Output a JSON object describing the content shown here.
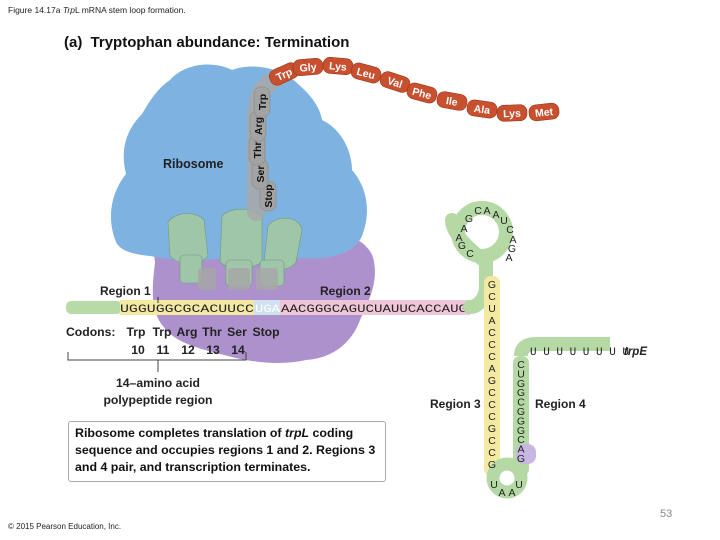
{
  "caption": {
    "prefix": "Figure 14.17a ",
    "italic": "Trp",
    "suffix": "L mRNA stem loop formation."
  },
  "panel": {
    "letter": "(a)",
    "title": "Tryptophan abundance: Termination"
  },
  "ribosome_label": "Ribosome",
  "peptide_chain": [
    "Stop",
    "Ser",
    "Thr",
    "Arg",
    "Trp",
    "Trp",
    "Gly",
    "Lys",
    "Leu",
    "Val",
    "Phe",
    "Ile",
    "Ala",
    "Lys",
    "Met"
  ],
  "regions": {
    "region1": "Region 1",
    "region2": "Region 2",
    "region3": "Region 3",
    "region4": "Region 4"
  },
  "mrna": {
    "region1_seq": "UGGUGGCGCACUUCC",
    "stop_codon": "UGA",
    "region2_seq": "AACGGGCAGUCUAUUCACCAUG",
    "tail_seq": "U U U U U U U U",
    "gene": "trpE",
    "loop_top": [
      "G",
      "C",
      "A",
      "A",
      "U"
    ],
    "loop_left_desc": [
      "A",
      "A",
      "G",
      "C"
    ],
    "loop_right_desc": [
      "C",
      "A",
      "G",
      "A"
    ],
    "stem3_left": [
      "G",
      "C",
      "U",
      "A",
      "C",
      "C",
      "C",
      "A",
      "G",
      "C",
      "C",
      "C",
      "G",
      "C",
      "C",
      "G"
    ],
    "stem4_right": [
      "C",
      "U",
      "G",
      "G",
      "C",
      "G",
      "G",
      "G",
      "C",
      "A",
      "G"
    ],
    "loop_bottom": [
      "U",
      "A",
      "A",
      "U"
    ]
  },
  "codons": {
    "label": "Codons:",
    "names": [
      "Trp",
      "Trp",
      "Arg",
      "Thr",
      "Ser",
      "Stop"
    ],
    "numbers": [
      "10",
      "11",
      "12",
      "13",
      "14"
    ]
  },
  "polypeptide": {
    "line1": "14–amino acid",
    "line2": "polypeptide region"
  },
  "info": {
    "text_a": "Ribosome completes translation of ",
    "text_italic": "trpL",
    "text_b": " coding sequence and occupies regions 1 and 2. Regions 3 and 4 pair, and transcription terminates."
  },
  "copyright": "© 2015 Pearson Education, Inc.",
  "slide_number": "53",
  "colors": {
    "ribosome_large": "#7fb3e0",
    "ribosome_small": "#a88bc8",
    "trna": "#9fc4a8",
    "amino_acid": "#c8502e",
    "region1": "#f3e7a0",
    "region2": "#ecc3d6",
    "mrna_green": "#b5d9a5",
    "region4": "#c9b7e3"
  }
}
